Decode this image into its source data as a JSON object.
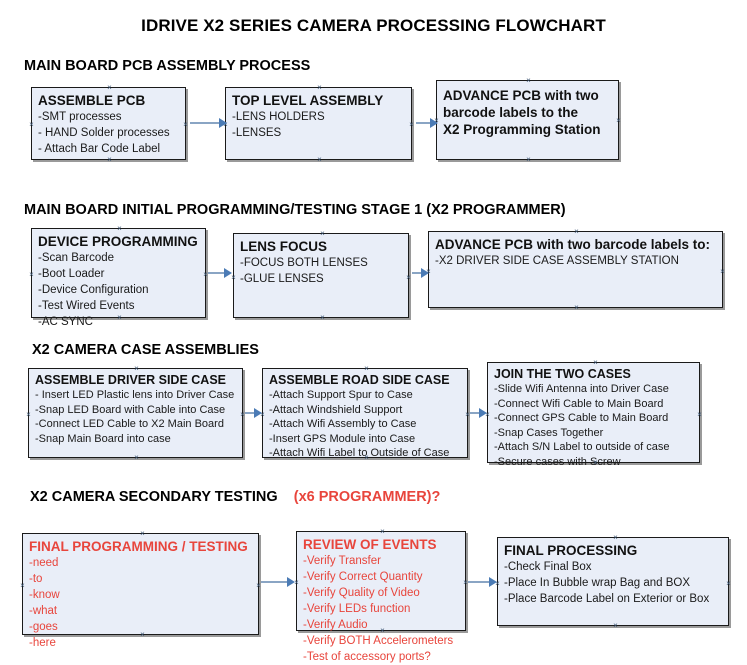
{
  "document": {
    "title": "IDRIVE X2  SERIES CAMERA PROCESSING FLOWCHART"
  },
  "colors": {
    "box_fill": "#e9eef8",
    "box_border": "#1a1a1a",
    "box_shadow": "#9a9a9a",
    "connector": "#8aa5c4",
    "arrowhead": "#4b7bb5",
    "text": "#111111",
    "accent_red": "#e8453c"
  },
  "sections": [
    {
      "id": "main-board-pcb-assembly",
      "title": "MAIN BOARD PCB ASSEMBLY PROCESS",
      "title_accent": "",
      "boxes": [
        {
          "id": "assemble-pcb",
          "heading": "ASSEMBLE PCB",
          "lines": [
            "-SMT processes",
            "- HAND Solder processes",
            "- Attach Bar Code Label"
          ],
          "color": "black"
        },
        {
          "id": "top-level-assembly",
          "heading": "TOP LEVEL ASSEMBLY",
          "lines": [
            "-LENS HOLDERS",
            "-LENSES"
          ],
          "color": "black"
        },
        {
          "id": "advance-pcb-x2-programming-station",
          "heading": "ADVANCE PCB with two barcode labels to the  X2 Programming Station",
          "heading_lines": [
            "ADVANCE PCB with two",
            "barcode labels to the",
            " X2 Programming Station"
          ],
          "lines": [],
          "color": "black"
        }
      ]
    },
    {
      "id": "main-board-initial-programming",
      "title": "MAIN BOARD INITIAL PROGRAMMING/TESTING STAGE 1 (X2 PROGRAMMER)",
      "title_accent": "",
      "boxes": [
        {
          "id": "device-programming",
          "heading": "DEVICE PROGRAMMING",
          "lines": [
            "-Scan Barcode",
            "-Boot Loader",
            "-Device Configuration",
            "-Test Wired Events",
            "-AC SYNC"
          ],
          "color": "black"
        },
        {
          "id": "lens-focus",
          "heading": "LENS FOCUS",
          "lines": [
            "-FOCUS BOTH LENSES",
            "-GLUE LENSES"
          ],
          "color": "black"
        },
        {
          "id": "advance-pcb-driver-side-case",
          "heading": "ADVANCE PCB with two barcode labels to:",
          "lines": [
            "-X2 DRIVER  SIDE  CASE  ASSEMBLY STATION"
          ],
          "color": "black"
        }
      ]
    },
    {
      "id": "x2-camera-case-assemblies",
      "title": "X2 CAMERA CASE ASSEMBLIES",
      "title_accent": "",
      "boxes": [
        {
          "id": "assemble-driver-side-case",
          "heading": "ASSEMBLE DRIVER SIDE CASE",
          "lines": [
            "- Insert LED Plastic lens into Driver Case",
            "-Snap LED Board with Cable into Case",
            "-Connect LED Cable to X2 Main Board",
            "-Snap Main Board into case"
          ],
          "color": "black"
        },
        {
          "id": "assemble-road-side-case",
          "heading": "ASSEMBLE ROAD SIDE CASE",
          "lines": [
            "-Attach Support Spur to Case",
            "-Attach Windshield Support",
            "-Attach Wifi Assembly to Case",
            "-Insert GPS Module into Case",
            "-Attach Wifi Label to Outside of Case"
          ],
          "color": "black"
        },
        {
          "id": "join-the-two-cases",
          "heading": "JOIN THE TWO CASES",
          "lines": [
            "-Slide Wifi Antenna into Driver Case",
            "-Connect Wifi Cable to Main Board",
            "-Connect GPS Cable to Main Board",
            "-Snap Cases Together",
            "-Attach S/N Label to outside of case",
            "-Secure cases with Screw"
          ],
          "color": "black"
        }
      ]
    },
    {
      "id": "x2-camera-secondary-testing",
      "title": "X2 CAMERA SECONDARY TESTING",
      "title_accent": "(x6 PROGRAMMER)?",
      "boxes": [
        {
          "id": "final-programming-testing",
          "heading": "FINAL PROGRAMMING / TESTING",
          "lines": [
            "-need",
            "-to",
            "-know",
            "-what",
            "-goes",
            "-here"
          ],
          "color": "red"
        },
        {
          "id": "review-of-events",
          "heading": "REVIEW OF EVENTS",
          "lines": [
            "-Verify Transfer",
            "-Verify Correct Quantity",
            "-Verify Quality of Video",
            "-Verify LEDs function",
            "-Verify Audio",
            "-Verify BOTH Accelerometers",
            "-Test of accessory ports?"
          ],
          "color": "red"
        },
        {
          "id": "final-processing",
          "heading": "FINAL PROCESSING",
          "lines": [
            " -Check Final Box",
            "-Place In Bubble wrap Bag and BOX",
            "-Place Barcode Label on Exterior or Box"
          ],
          "color": "black"
        }
      ]
    }
  ],
  "connectors": [
    {
      "id": "conn-assemble-pcb-to-top-level"
    },
    {
      "id": "conn-top-level-to-advance-pcb"
    },
    {
      "id": "conn-device-programming-to-lens-focus"
    },
    {
      "id": "conn-lens-focus-to-advance-pcb"
    },
    {
      "id": "conn-driver-case-to-road-case"
    },
    {
      "id": "conn-road-case-to-join-cases"
    },
    {
      "id": "conn-final-programming-to-review"
    },
    {
      "id": "conn-review-to-final-processing"
    }
  ]
}
